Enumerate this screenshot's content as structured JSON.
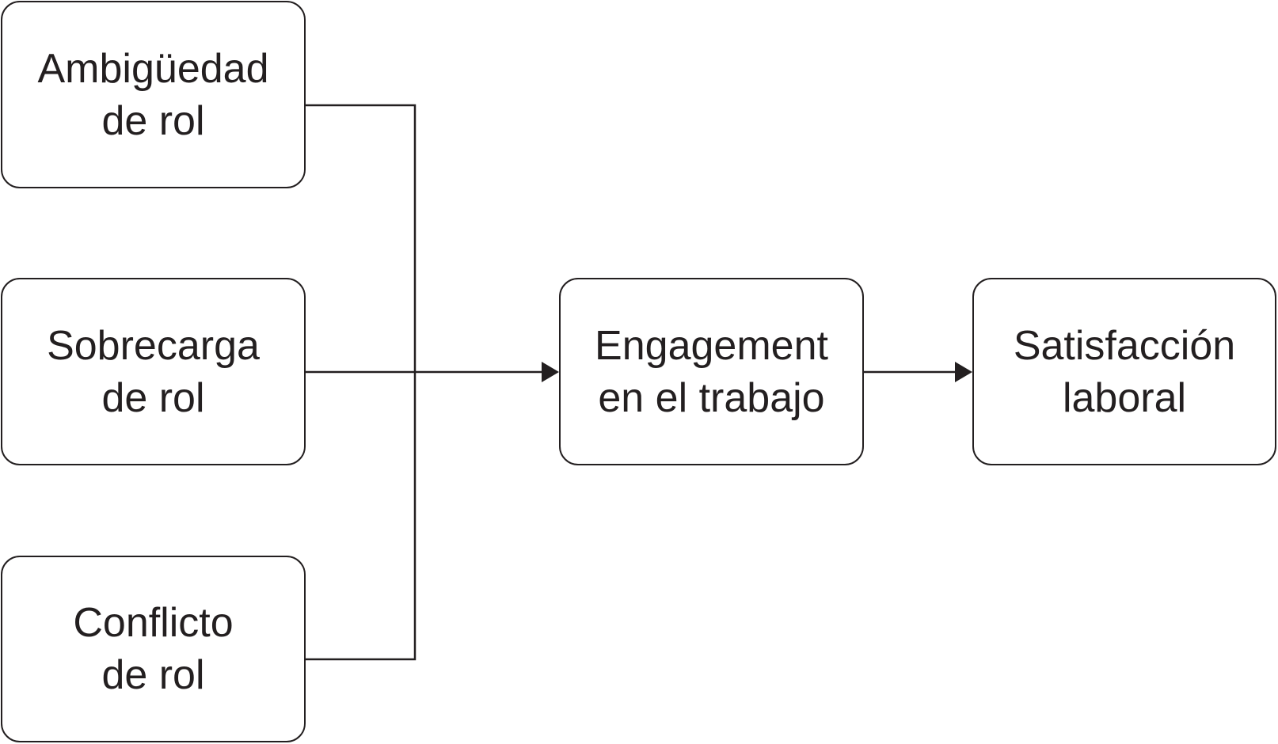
{
  "diagram": {
    "type": "flowchart",
    "nodes": {
      "ambiguedad": {
        "lines": [
          "Ambigüedad",
          "de rol"
        ]
      },
      "sobrecarga": {
        "lines": [
          "Sobrecarga",
          "de rol"
        ]
      },
      "conflicto": {
        "lines": [
          "Conflicto",
          "de rol"
        ]
      },
      "engagement": {
        "lines": [
          "Engagement",
          "en el trabajo"
        ]
      },
      "satisfaccion": {
        "lines": [
          "Satisfacción",
          "laboral"
        ]
      }
    },
    "edges": [
      {
        "from": "ambiguedad",
        "to": "engagement"
      },
      {
        "from": "sobrecarga",
        "to": "engagement"
      },
      {
        "from": "conflicto",
        "to": "engagement"
      },
      {
        "from": "engagement",
        "to": "satisfaccion"
      }
    ],
    "colors": {
      "stroke": "#231f20",
      "text": "#231f20",
      "background": "#ffffff"
    }
  }
}
